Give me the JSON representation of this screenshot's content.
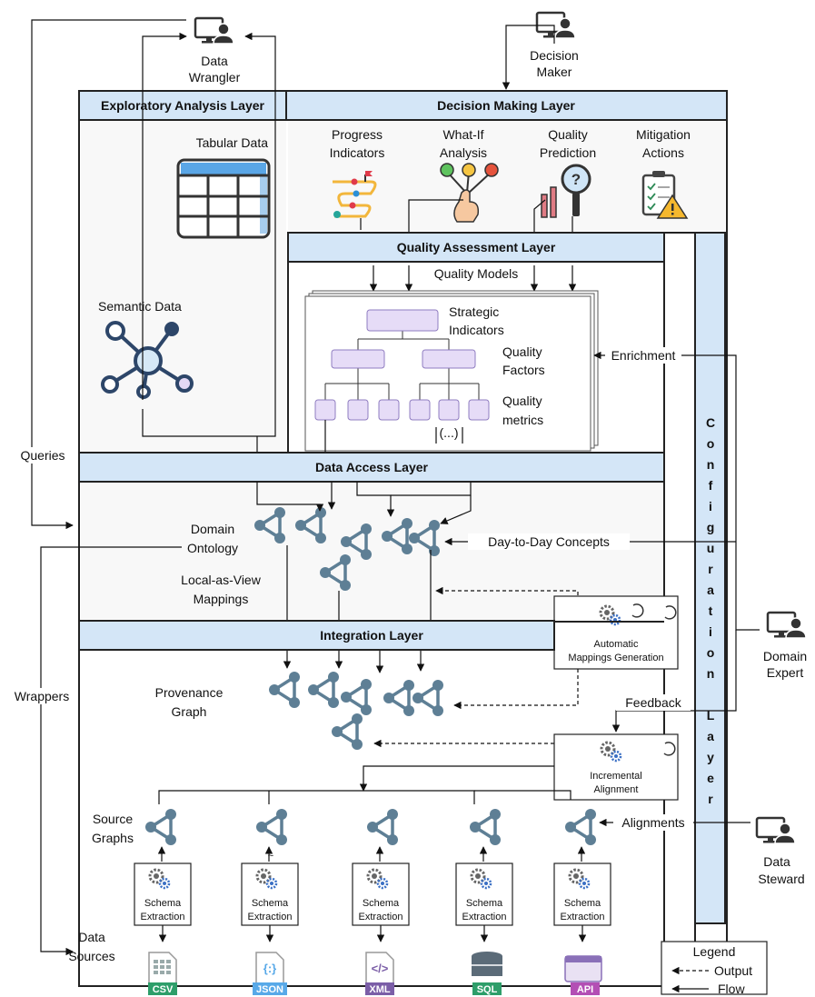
{
  "layers": {
    "exploratory": "Exploratory Analysis Layer",
    "decision": "Decision Making Layer",
    "quality_assessment": "Quality Assessment Layer",
    "data_access": "Data Access Layer",
    "integration": "Integration Layer",
    "configuration": "Configuration Layer"
  },
  "actors": {
    "wrangler": [
      "Data",
      "Wrangler"
    ],
    "decision_maker": [
      "Decision",
      "Maker"
    ],
    "domain_expert": [
      "Domain",
      "Expert"
    ],
    "data_steward": [
      "Data",
      "Steward"
    ]
  },
  "exploratory": {
    "tabular": "Tabular Data",
    "semantic": "Semantic Data"
  },
  "decision_items": [
    [
      "Progress",
      "Indicators"
    ],
    [
      "What-If",
      "Analysis"
    ],
    [
      "Quality",
      "Prediction"
    ],
    [
      "Mitigation",
      "Actions"
    ]
  ],
  "quality": {
    "models": "Quality Models",
    "strategic": [
      "Strategic",
      "Indicators"
    ],
    "factors": [
      "Quality",
      "Factors"
    ],
    "metrics": [
      "Quality",
      "metrics"
    ],
    "ellipsis": "(...)"
  },
  "access": {
    "ontology": [
      "Domain",
      "Ontology"
    ],
    "mappings": [
      "Local-as-View",
      "Mappings"
    ],
    "auto_gen": [
      "Automatic",
      "Mappings Generation"
    ]
  },
  "integration": {
    "provenance": [
      "Provenance",
      "Graph"
    ],
    "incremental": [
      "Incremental",
      "Alignment"
    ],
    "source_graphs": [
      "Source",
      "Graphs"
    ],
    "schema_extraction": [
      "Schema",
      "Extraction"
    ]
  },
  "flows": {
    "queries": "Queries",
    "wrappers": "Wrappers",
    "enrichment": "Enrichment",
    "day_to_day": "Day-to-Day Concepts",
    "feedback": "Feedback",
    "alignments": "Alignments",
    "data_sources": [
      "Data",
      "Sources"
    ]
  },
  "sources": [
    "CSV",
    "JSON",
    "XML",
    "SQL",
    "API"
  ],
  "legend": {
    "title": "Legend",
    "output": "Output",
    "flow": "Flow"
  },
  "colors": {
    "layer_header": "#d4e6f7",
    "graph_node": "#5e7f95",
    "quality_box": "#e6dcf7"
  }
}
